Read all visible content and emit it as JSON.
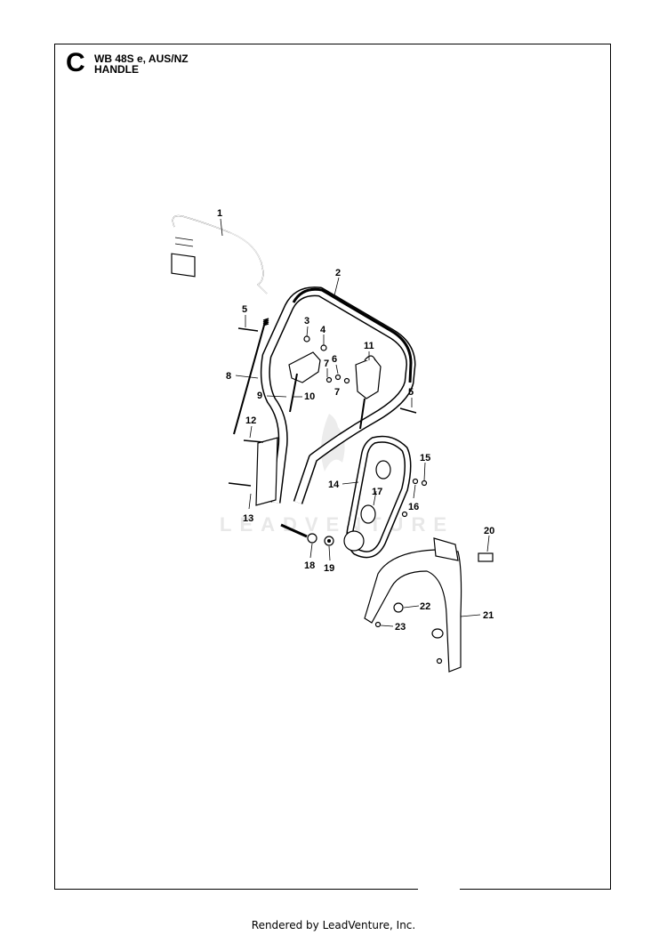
{
  "header": {
    "section_letter": "C",
    "model": "WB 48S e, AUS/NZ",
    "part_title": "HANDLE"
  },
  "diagram": {
    "watermark": "LEADVENTURE",
    "callouts": [
      {
        "id": "c1",
        "text": "1"
      },
      {
        "id": "c2",
        "text": "2"
      },
      {
        "id": "c3",
        "text": "3"
      },
      {
        "id": "c4",
        "text": "4"
      },
      {
        "id": "c5a",
        "text": "5"
      },
      {
        "id": "c5b",
        "text": "5"
      },
      {
        "id": "c6",
        "text": "6"
      },
      {
        "id": "c7a",
        "text": "7"
      },
      {
        "id": "c7b",
        "text": "7"
      },
      {
        "id": "c8",
        "text": "8"
      },
      {
        "id": "c9",
        "text": "9"
      },
      {
        "id": "c10",
        "text": "10"
      },
      {
        "id": "c11",
        "text": "11"
      },
      {
        "id": "c12",
        "text": "12"
      },
      {
        "id": "c13",
        "text": "13"
      },
      {
        "id": "c14",
        "text": "14"
      },
      {
        "id": "c15",
        "text": "15"
      },
      {
        "id": "c16",
        "text": "16"
      },
      {
        "id": "c17",
        "text": "17"
      },
      {
        "id": "c18",
        "text": "18"
      },
      {
        "id": "c19",
        "text": "19"
      },
      {
        "id": "c20",
        "text": "20"
      },
      {
        "id": "c21",
        "text": "21"
      },
      {
        "id": "c22",
        "text": "22"
      },
      {
        "id": "c23",
        "text": "23"
      }
    ]
  },
  "footer": {
    "text": "Rendered by LeadVenture, Inc."
  }
}
